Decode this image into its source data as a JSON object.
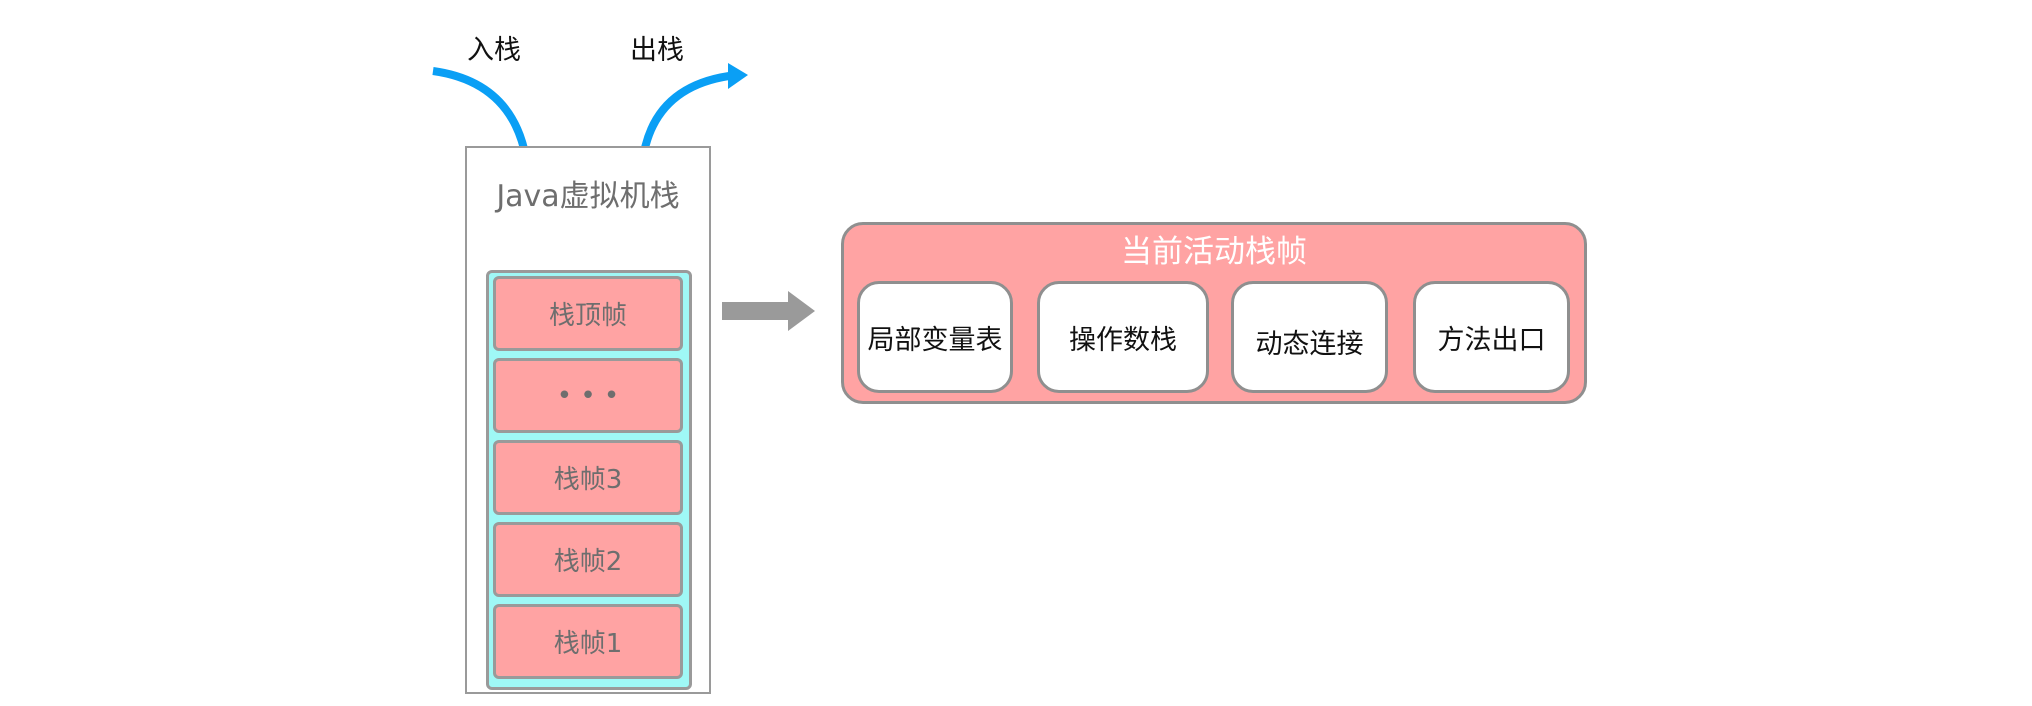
{
  "labels": {
    "push": "入栈",
    "pop": "出栈"
  },
  "jvm_stack": {
    "title": "Java虚拟机栈",
    "frames": [
      "栈顶帧",
      "• • •",
      "栈帧3",
      "栈帧2",
      "栈帧1"
    ]
  },
  "active_frame": {
    "title": "当前活动栈帧",
    "components": [
      "局部变量表",
      "操作数栈",
      "动态连接",
      "方法出口"
    ]
  },
  "colors": {
    "frame_fill": "#ffa3a3",
    "container_fill": "#9ff8f6",
    "border_gray": "#9a9a9a",
    "arrow_blue": "#0a9ff5",
    "arrow_gray": "#9a9a9a",
    "title_white": "#ffffff"
  }
}
